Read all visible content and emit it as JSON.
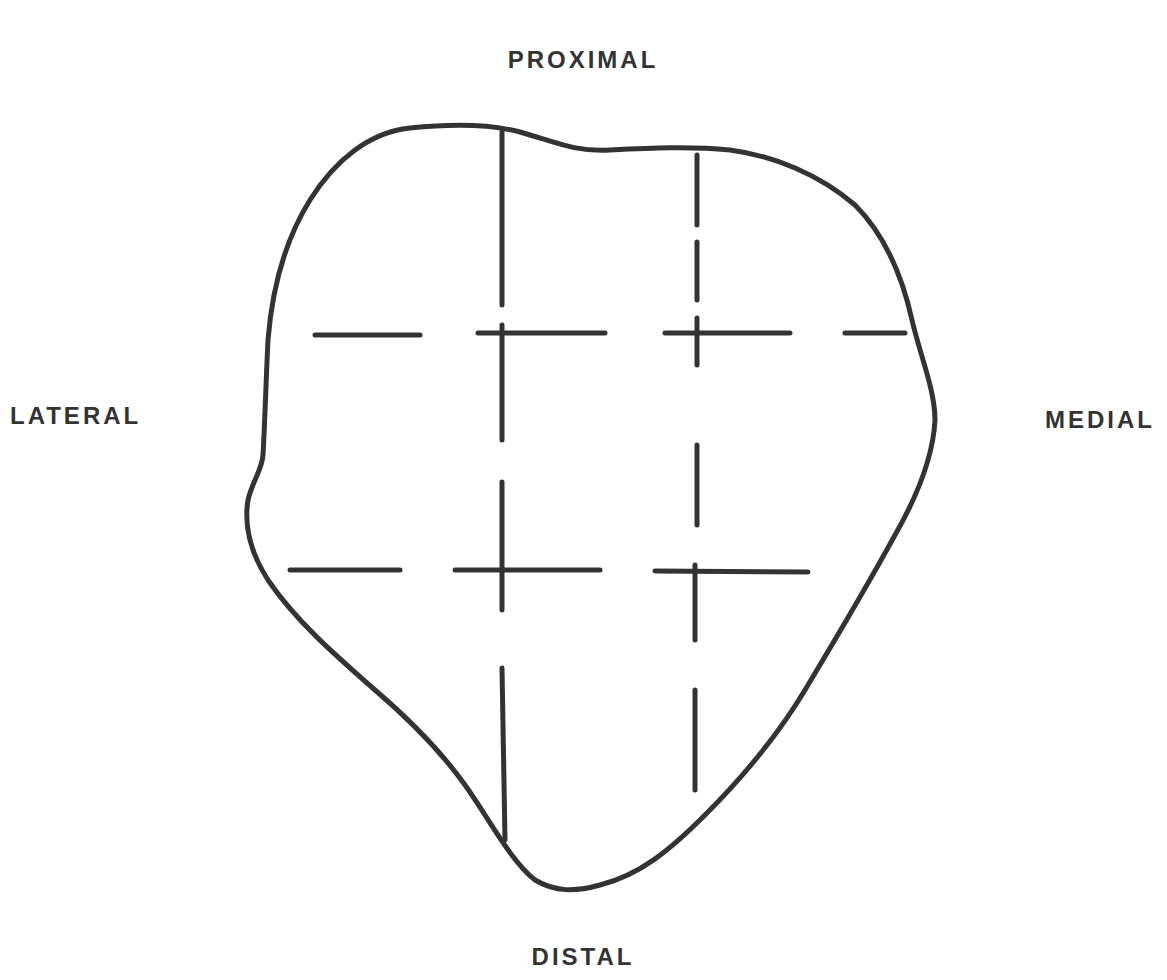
{
  "diagram": {
    "labels": [
      "PROXIMAL",
      "LATERAL",
      "MEDIAL",
      "DISTAL"
    ]
  }
}
